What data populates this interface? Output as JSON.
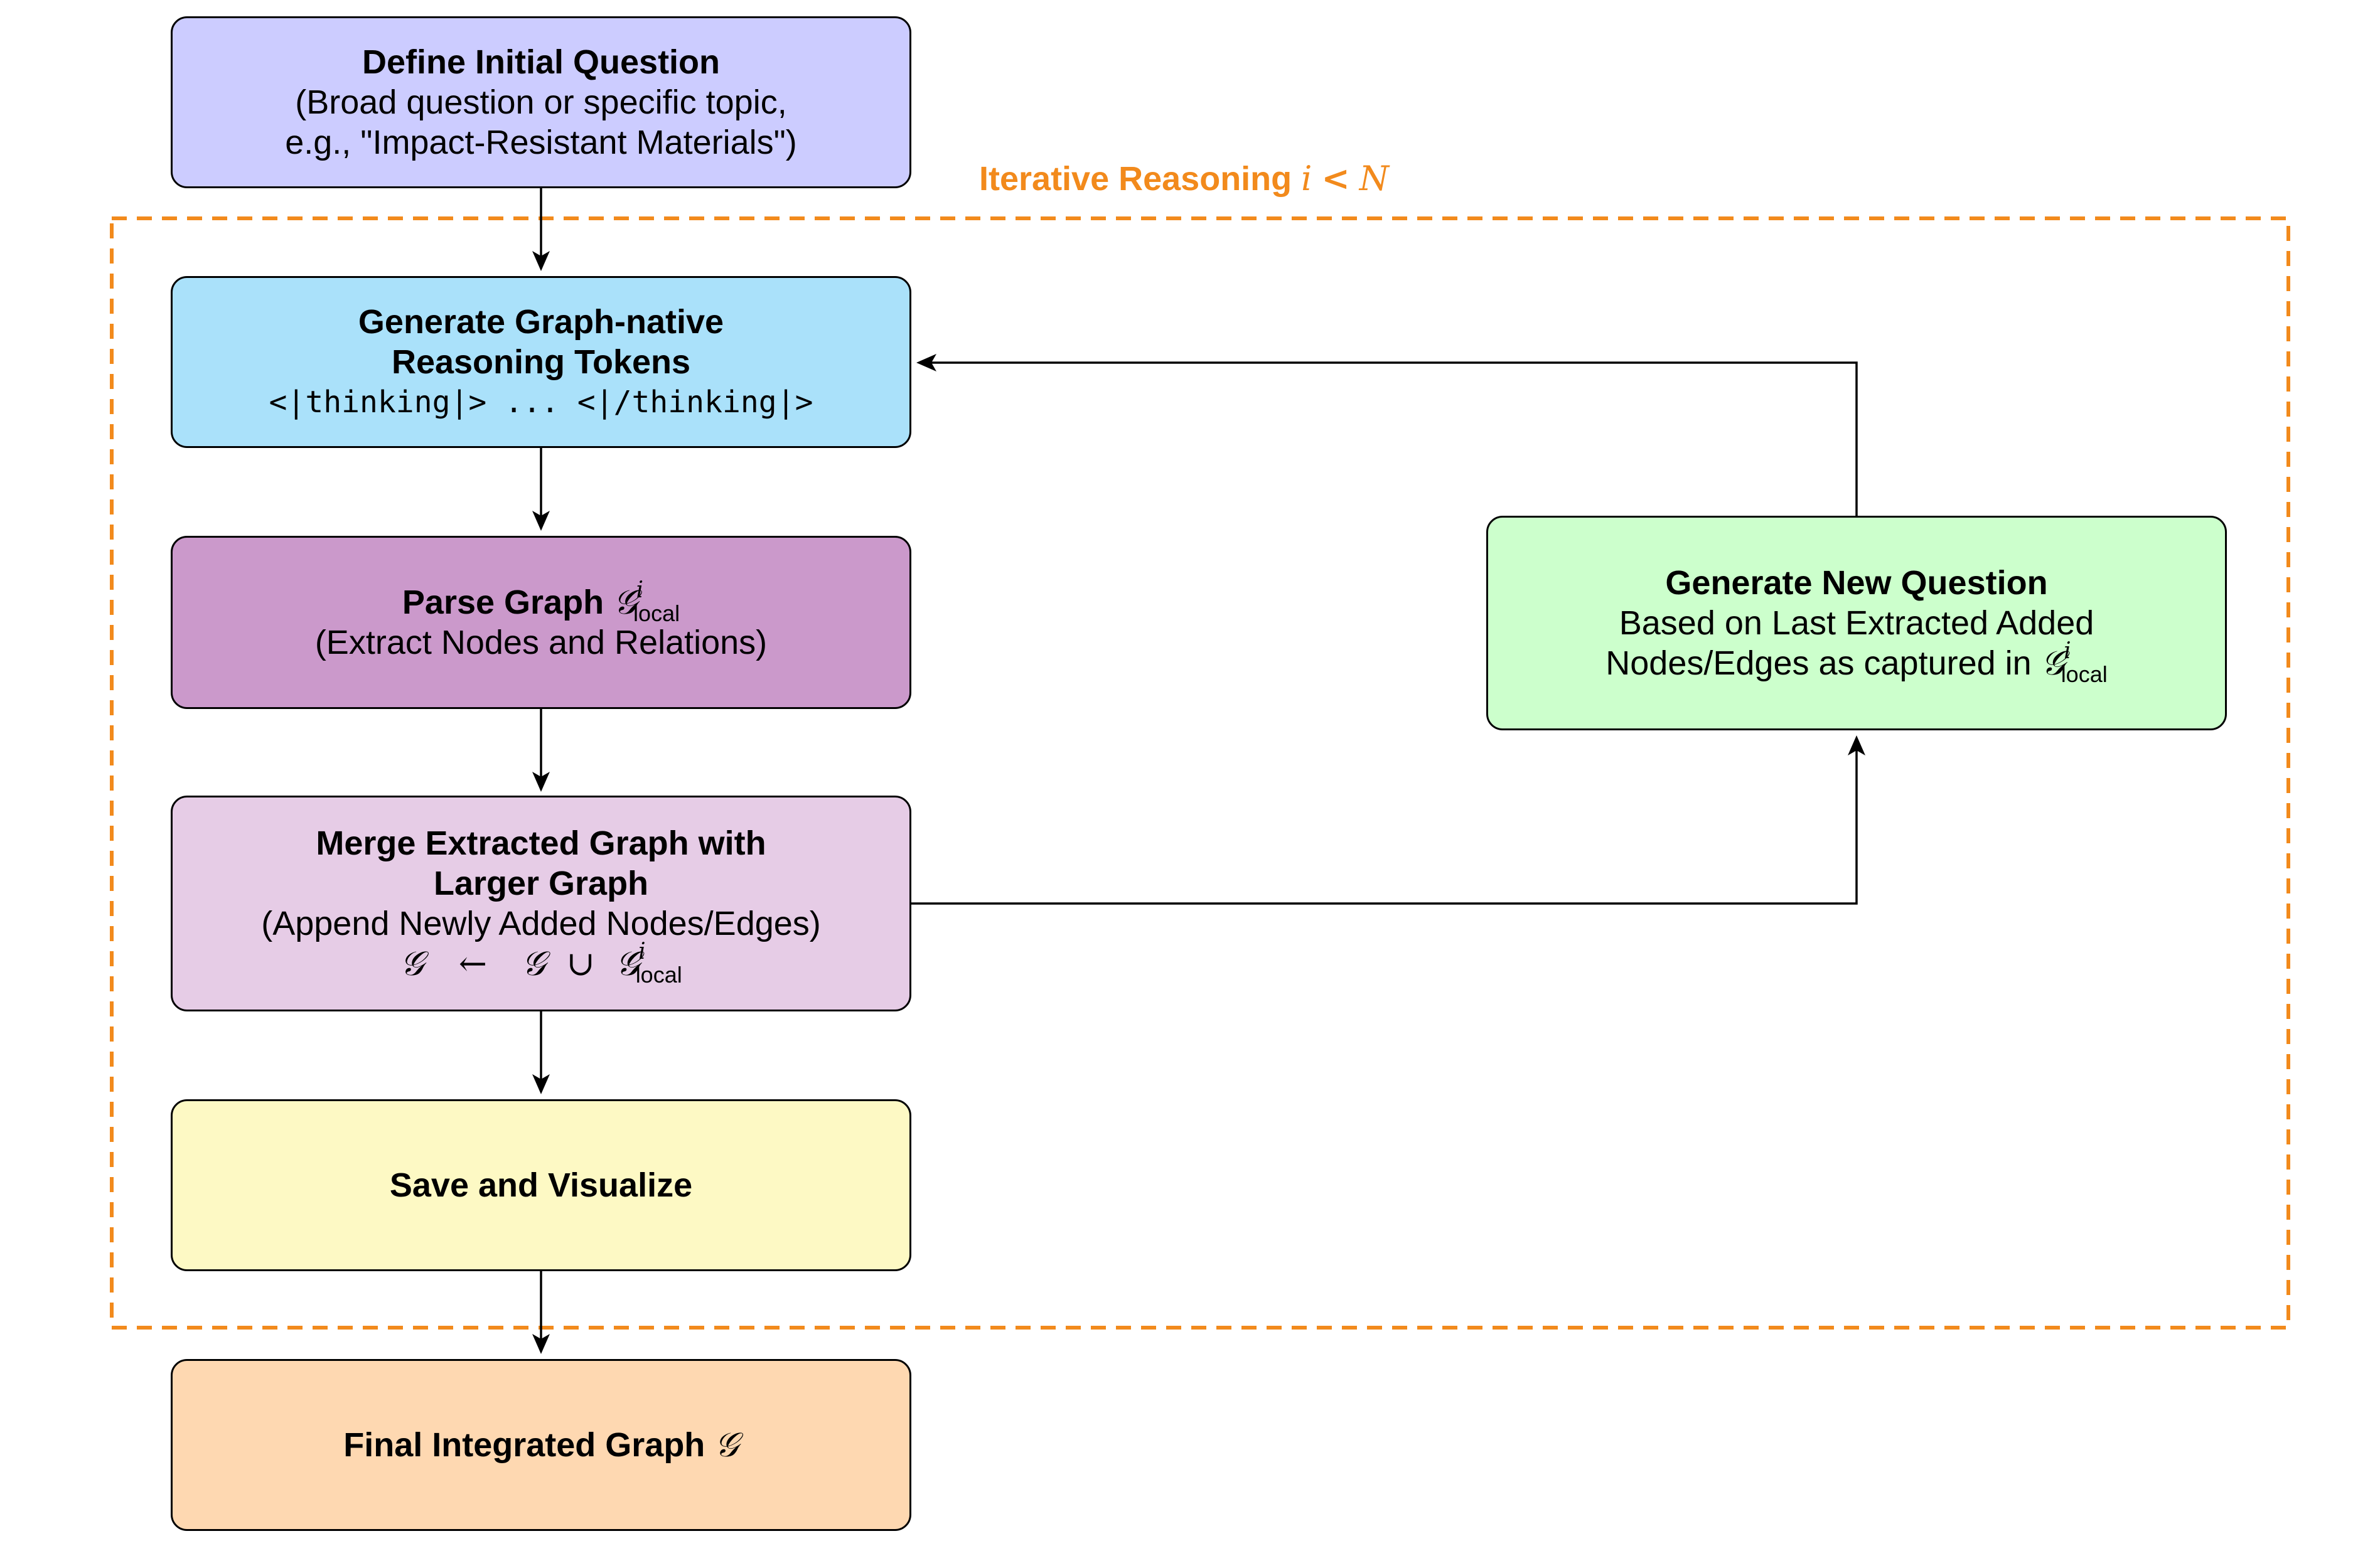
{
  "colors": {
    "define": "#ccccff",
    "generate_tokens": "#aae1fa",
    "parse": "#cb99cb",
    "merge": "#e6cce6",
    "save": "#fdf9c4",
    "final": "#fed8b1",
    "new_question": "#ccffcc",
    "loop_border": "#f28a1c"
  },
  "loop_label": {
    "text": "Iterative Reasoning",
    "math_i": "i",
    "math_lt": "<",
    "math_N": "N"
  },
  "nodes": {
    "define": {
      "title": "Define Initial Question",
      "line1": "(Broad question or specific topic,",
      "line2": "e.g., \"Impact-Resistant Materials\")"
    },
    "generate_tokens": {
      "title1": "Generate Graph-native",
      "title2": "Reasoning Tokens",
      "code": "<|thinking|> ... <|/thinking|>"
    },
    "parse": {
      "title": "Parse Graph",
      "symbol": "𝒢",
      "sup": "i",
      "sub": "local",
      "line1": "(Extract Nodes and Relations)"
    },
    "merge": {
      "title1": "Merge Extracted Graph with",
      "title2": "Larger Graph",
      "line1": "(Append Newly Added Nodes/Edges)",
      "eq_lhs": "𝒢",
      "eq_arrow": "←",
      "eq_g": "𝒢",
      "eq_union": "∪",
      "eq_local": "𝒢",
      "eq_sup": "i",
      "eq_sub": "local"
    },
    "save": {
      "title": "Save and Visualize"
    },
    "final": {
      "title": "Final Integrated Graph",
      "symbol": "𝒢"
    },
    "new_question": {
      "title": "Generate New Question",
      "line1": "Based on Last Extracted Added",
      "line2_text": "Nodes/Edges as captured in",
      "symbol": "𝒢",
      "sup": "i",
      "sub": "local"
    }
  }
}
